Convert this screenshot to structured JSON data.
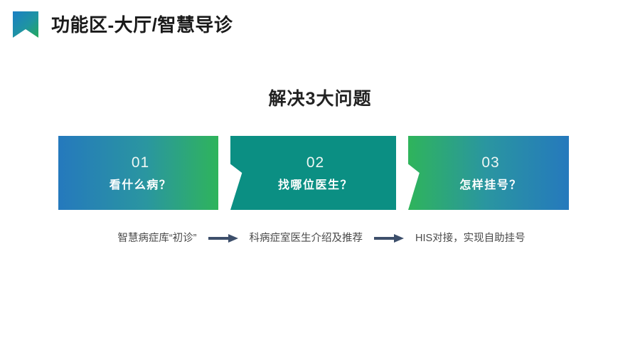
{
  "header": {
    "logo_icon": "bookmark-ribbon-icon",
    "title": "功能区-大厅/智慧导诊",
    "logo_gradient_from": "#1b7fc4",
    "logo_gradient_to": "#24a95a"
  },
  "section": {
    "heading": "解决3大问题"
  },
  "steps": [
    {
      "number": "01",
      "label": "看什么病？",
      "gradient_from": "#2579bd",
      "gradient_to": "#2fb45b"
    },
    {
      "number": "02",
      "label": "找哪位医生？",
      "gradient_from": "#0b8f83",
      "gradient_to": "#0b8f83"
    },
    {
      "number": "03",
      "label": "怎样挂号？",
      "gradient_from": "#2fb45b",
      "gradient_to": "#2579bd"
    }
  ],
  "captions": [
    "智慧病症库“初诊”",
    "科病症室医生介绍及推荐",
    "HIS对接，实现自助挂号"
  ],
  "caption_arrow_icon": "right-arrow-icon",
  "caption_arrow_color": "#3d4f6b"
}
